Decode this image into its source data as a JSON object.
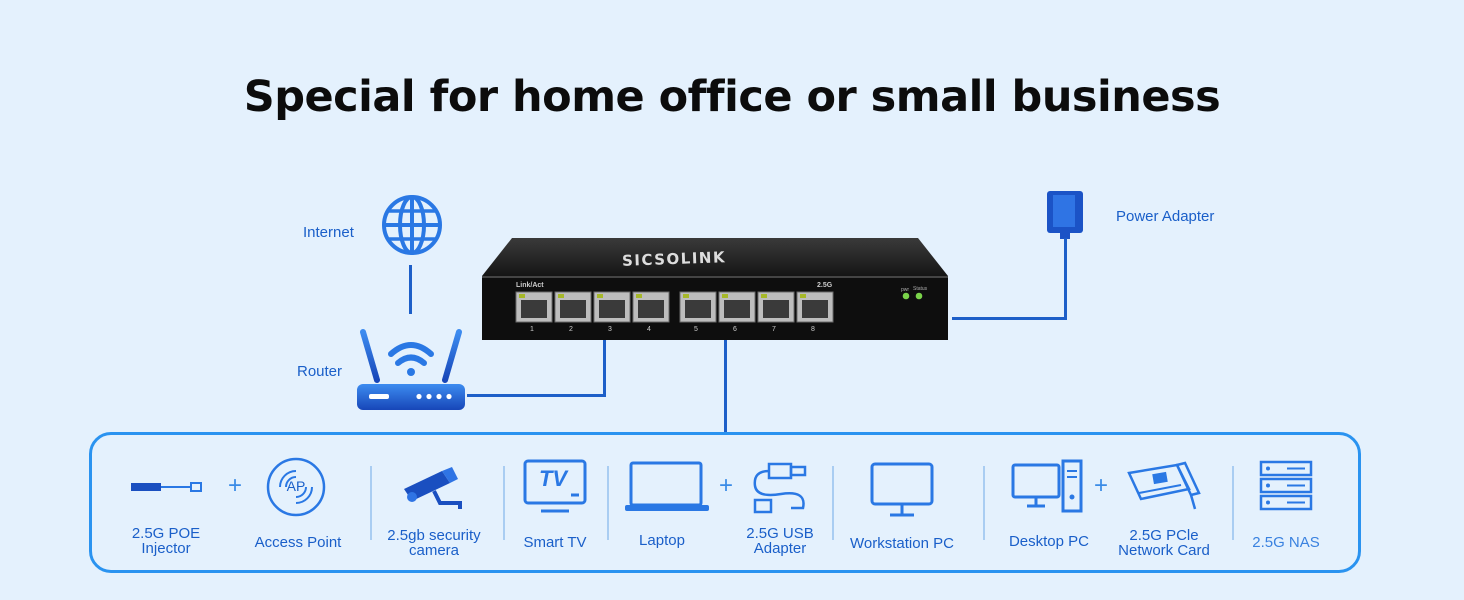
{
  "title": "Special for home office or small business",
  "labels": {
    "internet": "Internet",
    "router": "Router",
    "power_adapter": "Power Adapter"
  },
  "switch": {
    "brand": "SICSOLINK",
    "link_act": "Link/Act",
    "speed": "2.5G",
    "pwr": "pwr",
    "status": "Status",
    "ports": [
      "1",
      "2",
      "3",
      "4",
      "5",
      "6",
      "7",
      "8"
    ]
  },
  "devices": {
    "poe_injector": [
      "2.5G POE",
      "Injector"
    ],
    "access_point": "Access Point",
    "ap_badge": "AP",
    "security_camera": [
      "2.5gb security",
      "camera"
    ],
    "smart_tv": "Smart TV",
    "tv_badge": "TV",
    "laptop": "Laptop",
    "usb_adapter": [
      "2.5G USB",
      "Adapter"
    ],
    "workstation": "Workstation PC",
    "desktop": "Desktop PC",
    "pcie_card": [
      "2.5G PCle",
      "Network Card"
    ],
    "nas": "2.5G NAS"
  },
  "plus": "+",
  "colors": {
    "accent": "#1a5fc9",
    "panel_border": "#2a93f0",
    "background": "#e4f1fd"
  }
}
